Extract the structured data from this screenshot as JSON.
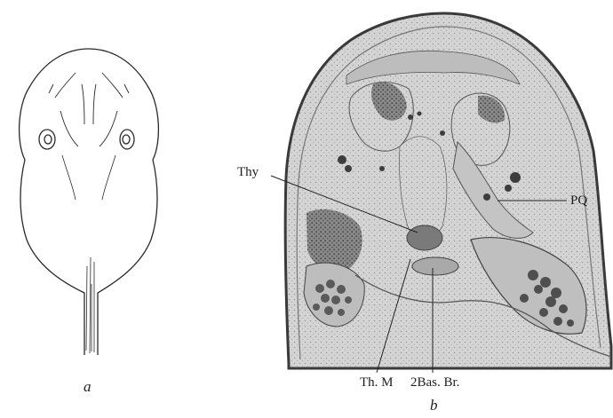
{
  "figure": {
    "panel_a": {
      "caption": "a"
    },
    "panel_b": {
      "caption": "b",
      "labels": {
        "thy": "Thy",
        "pq": "PQ",
        "th_m": "Th. M",
        "bas_br": "2Bas. Br."
      }
    }
  },
  "colors": {
    "ink": "#1e1e1e",
    "tissue": "#c9c9c9",
    "dark_tissue": "#6f6f6f",
    "paper": "#ffffff"
  }
}
